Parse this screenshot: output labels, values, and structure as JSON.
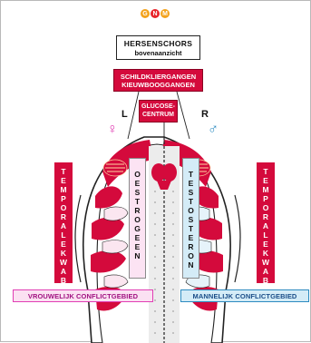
{
  "logo": {
    "letters": [
      "G",
      "N",
      "M"
    ],
    "colors": [
      "#f3a21c",
      "#e8232a",
      "#f3a21c"
    ]
  },
  "header": {
    "title": "HERSENSCHORS",
    "subtitle": "bovenaanzicht"
  },
  "labels": {
    "schild_line1": "SCHILDKLIERGANGEN",
    "schild_line2": "KIEUWBOOGGANGEN",
    "glucose_line1": "GLUCOSE-",
    "glucose_line2": "CENTRUM",
    "left": "L",
    "right": "R",
    "female_symbol": "♀",
    "male_symbol": "♂"
  },
  "columns": {
    "temporale_left": [
      "T",
      "E",
      "M",
      "P",
      "O",
      "R",
      "A",
      "L",
      "E",
      "",
      "K",
      "W",
      "A",
      "B"
    ],
    "temporale_right": [
      "T",
      "E",
      "M",
      "P",
      "O",
      "R",
      "A",
      "L",
      "E",
      "",
      "K",
      "W",
      "A",
      "B"
    ],
    "oestrogeen": [
      "O",
      "E",
      "S",
      "T",
      "R",
      "O",
      "G",
      "E",
      "E",
      "N"
    ],
    "testosteron": [
      "T",
      "E",
      "S",
      "T",
      "O",
      "S",
      "T",
      "E",
      "R",
      "O",
      "N"
    ]
  },
  "conflict": {
    "left": "VROUWELIJK CONFLICTGEBIED",
    "right": "MANNELIJK CONFLICTGEBIED"
  },
  "colors": {
    "red": "#d40a3c",
    "female": "#e13fb4",
    "male": "#2d8bc0",
    "pink_fill": "#fbe1f2",
    "blue_fill": "#d4ecf7"
  }
}
